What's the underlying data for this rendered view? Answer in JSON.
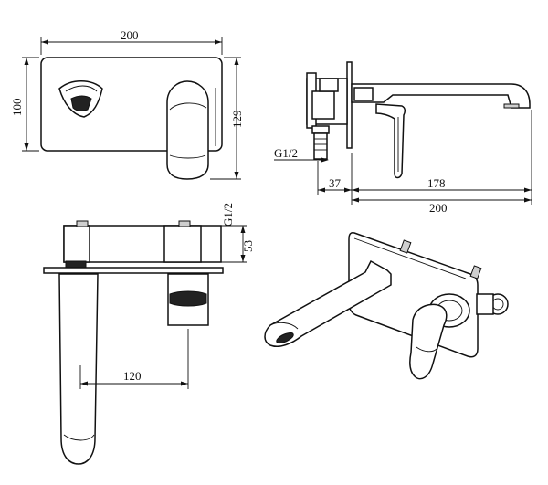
{
  "dimensions": {
    "front_width": "200",
    "front_height": "100",
    "front_handle_height": "129",
    "side_inlet_thread": "G1/2",
    "side_body_depth": "37",
    "side_spout_reach": "178",
    "side_total_reach": "200",
    "top_inlet_thread": "G1/2",
    "top_body_height": "53",
    "top_spout_offset": "120"
  }
}
